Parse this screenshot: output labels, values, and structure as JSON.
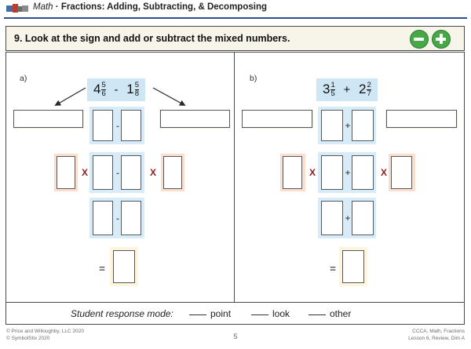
{
  "header": {
    "logo_icon": "app-logo-icon",
    "subject": "Math",
    "separator": "·",
    "title": "Fractions: Adding, Subtracting, & Decomposing"
  },
  "instruction": {
    "text": "9. Look at the sign and add or subtract the mixed numbers.",
    "number": "9.",
    "minus_button": {
      "icon": "minus-circle-icon",
      "label": "−",
      "color": "#46a846"
    },
    "plus_button": {
      "icon": "plus-circle-icon",
      "label": "+",
      "color": "#46a846"
    }
  },
  "problems": [
    {
      "id": "a",
      "label": "a)",
      "expression": {
        "left_whole": "4",
        "left_num": "5",
        "left_den": "6",
        "operator": "-",
        "right_whole": "1",
        "right_num": "5",
        "right_den": "8"
      },
      "operator_symbol": "-",
      "has_arrows": true,
      "rows": [
        {
          "name": "whole-number-row",
          "left_box": "",
          "center_boxes": [
            "",
            ""
          ],
          "right_box": "",
          "operator": "-"
        },
        {
          "name": "common-denominator-row",
          "left_box": "",
          "center_boxes": [
            "",
            ""
          ],
          "right_box": "",
          "operator": "-",
          "multiply_symbol": "X"
        },
        {
          "name": "equivalent-fraction-row",
          "center_boxes": [
            "",
            ""
          ],
          "operator": "-"
        }
      ],
      "answer": {
        "equals": "=",
        "value": ""
      }
    },
    {
      "id": "b",
      "label": "b)",
      "expression": {
        "left_whole": "3",
        "left_num": "1",
        "left_den": "5",
        "operator": "+",
        "right_whole": "2",
        "right_num": "2",
        "right_den": "7"
      },
      "operator_symbol": "+",
      "has_arrows": false,
      "rows": [
        {
          "name": "whole-number-row",
          "left_box": "",
          "center_boxes": [
            "",
            ""
          ],
          "right_box": "",
          "operator": "+"
        },
        {
          "name": "common-denominator-row",
          "left_box": "",
          "center_boxes": [
            "",
            ""
          ],
          "right_box": "",
          "operator": "+",
          "multiply_symbol": "X"
        },
        {
          "name": "equivalent-fraction-row",
          "center_boxes": [
            "",
            ""
          ],
          "operator": "+"
        }
      ],
      "answer": {
        "equals": "=",
        "value": ""
      }
    }
  ],
  "response_mode": {
    "label": "Student response mode:",
    "options": [
      "point",
      "look",
      "other"
    ]
  },
  "footer": {
    "copyright_line1": "© Price and Willoughby, LLC 2020",
    "copyright_line2": "© SymbolStix 2020",
    "page_number": "5",
    "ref_line1": "CCCA, Math, Fractions",
    "ref_line2": "Lesson 6, Review, Dim A"
  },
  "colors": {
    "accent_rule": "#2d4f8e",
    "instruction_bg": "#f7f4ea",
    "highlight_blue": "#d7ecf8",
    "highlight_green": "#e8efe1",
    "highlight_peach": "#fadfce",
    "highlight_cream": "#fdf6dc",
    "button_green": "#46a846",
    "multiply_red": "#8c2020"
  }
}
